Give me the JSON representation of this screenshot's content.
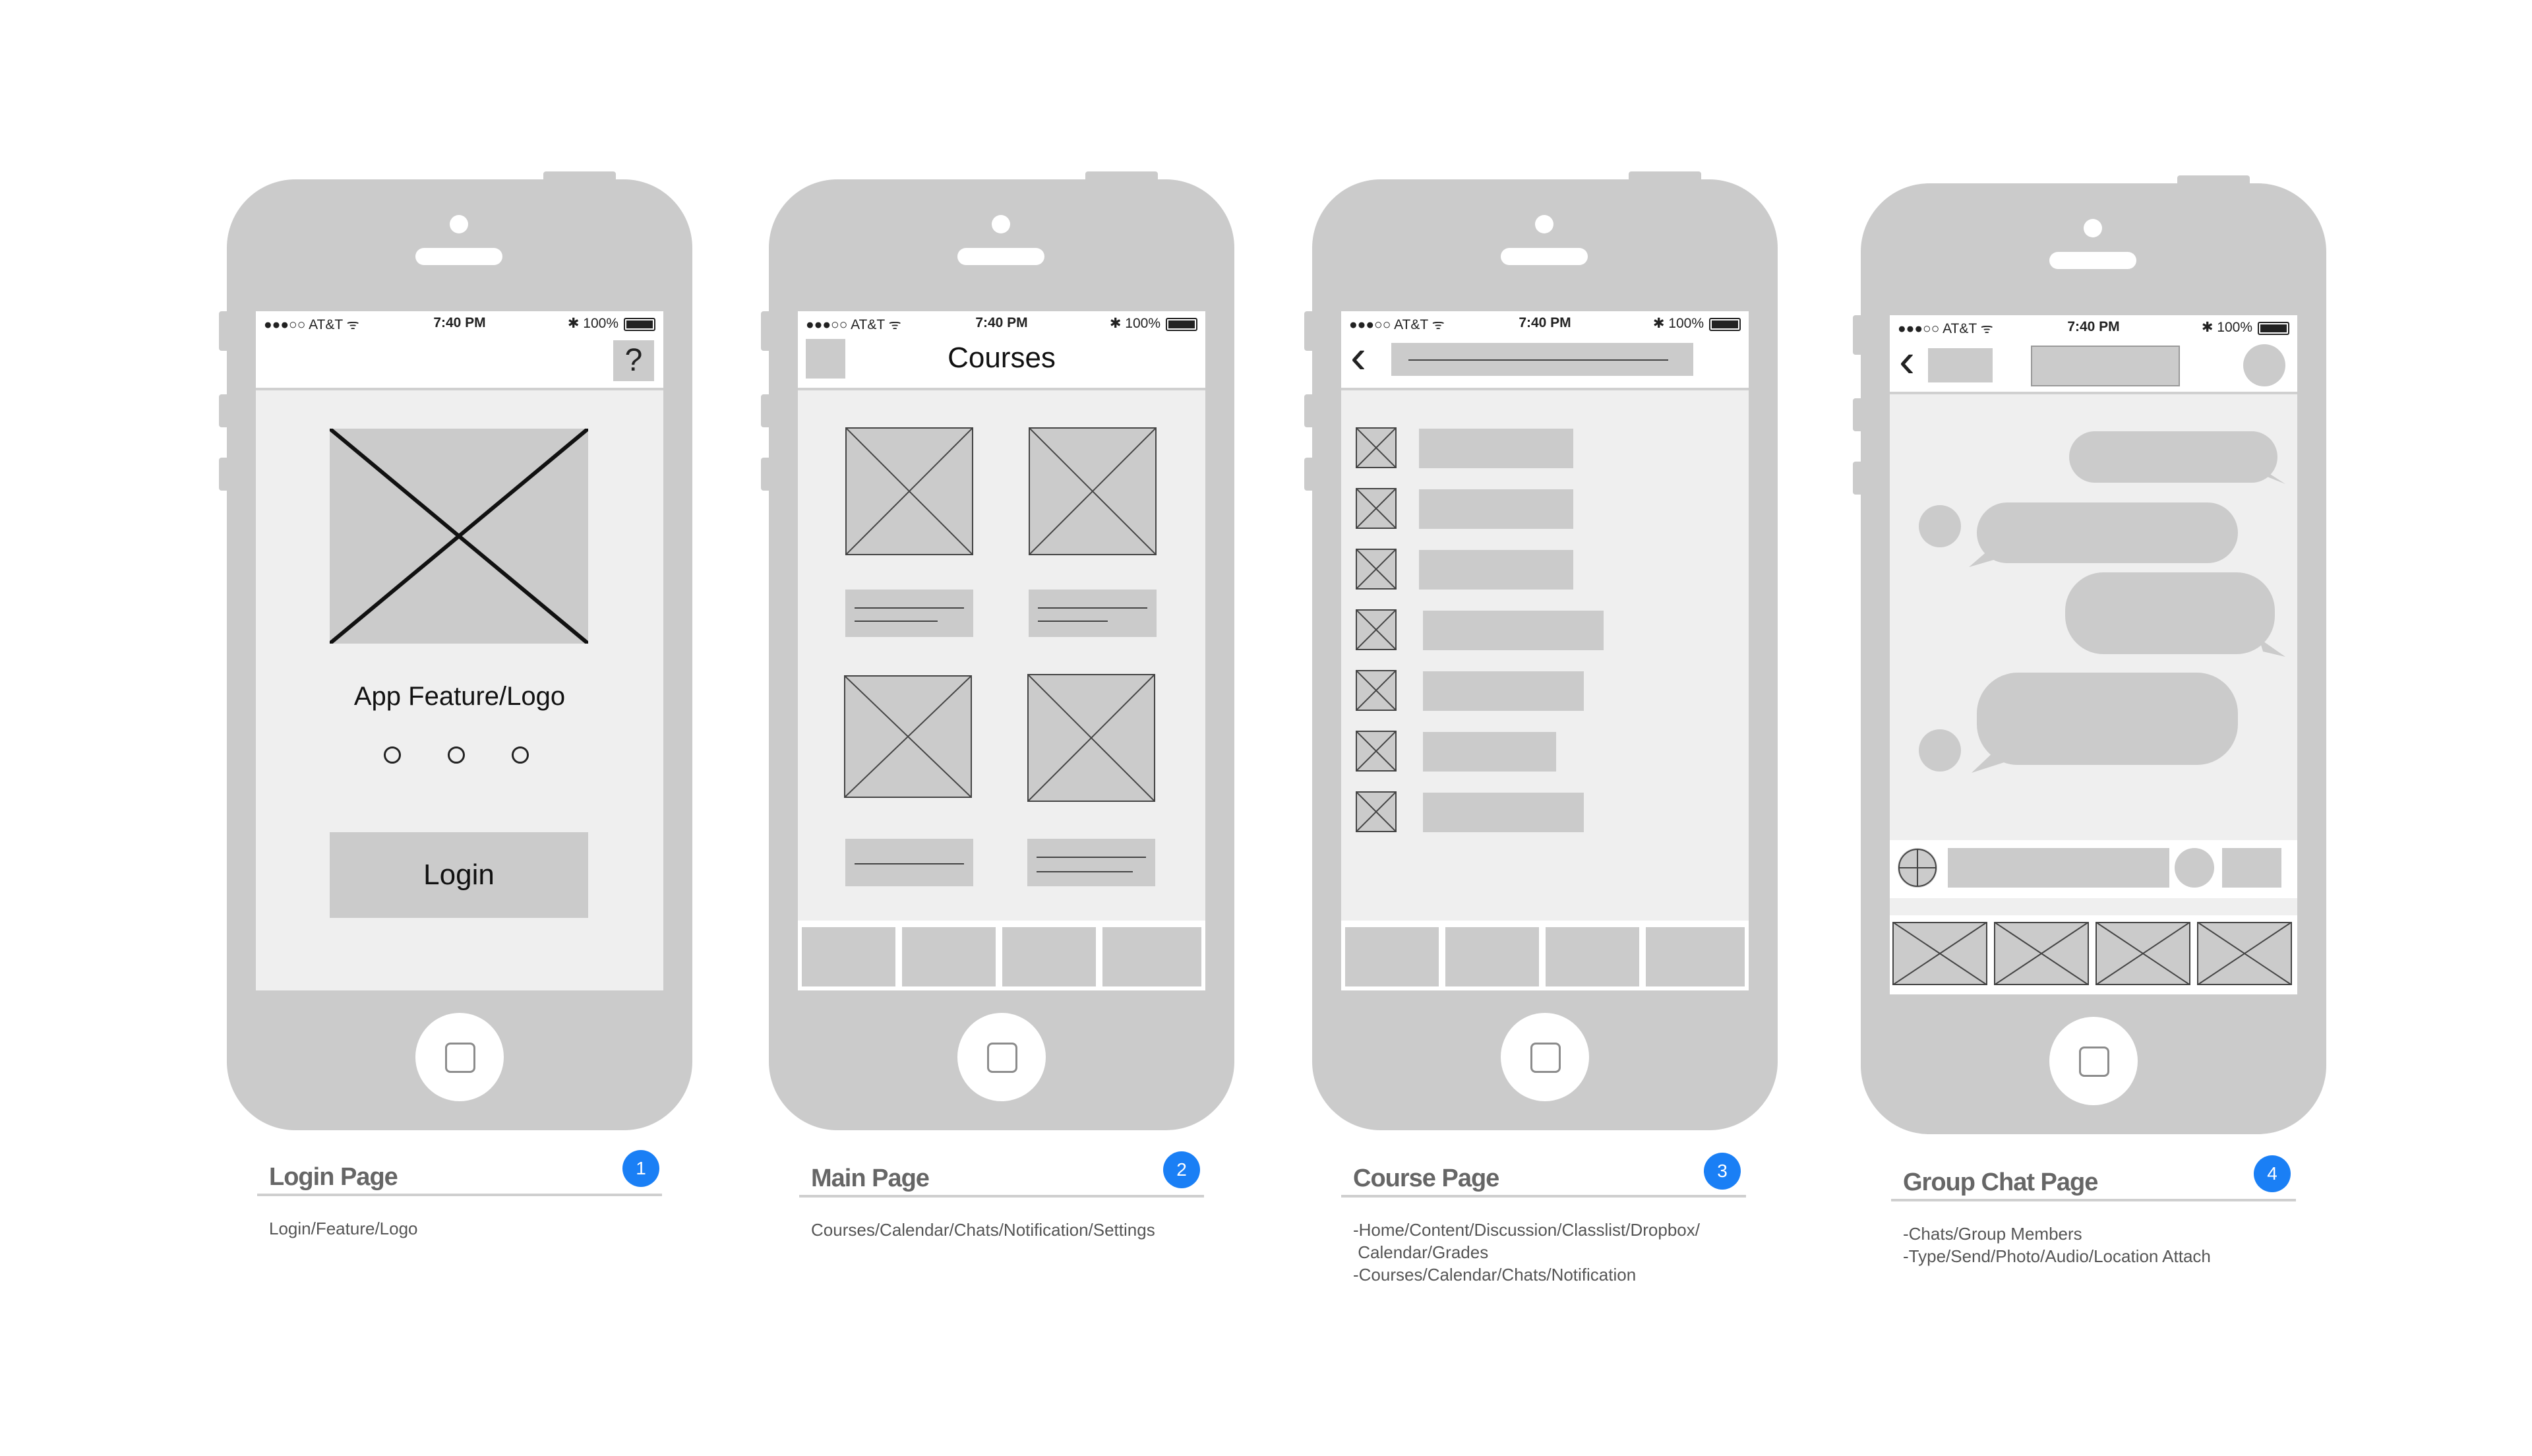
{
  "status_bar": {
    "carrier": "●●●○○ AT&T ᯤ",
    "time": "7:40 PM",
    "battery": "✱ 100%"
  },
  "screens": {
    "login": {
      "help_icon": "?",
      "feature_text": "App Feature/Logo",
      "login_button": "Login",
      "caption_title": "Login Page",
      "caption_number": "1",
      "caption_desc": "Login/Feature/Logo"
    },
    "main": {
      "nav_title": "Courses",
      "caption_title": "Main Page",
      "caption_number": "2",
      "caption_desc": "Courses/Calendar/Chats/Notification/Settings"
    },
    "course": {
      "back_icon": "‹",
      "caption_title": "Course Page",
      "caption_number": "3",
      "caption_desc_1": "-Home/Content/Discussion/Classlist/Dropbox/",
      "caption_desc_2": " Calendar/Grades",
      "caption_desc_3": "-Courses/Calendar/Chats/Notification"
    },
    "chat": {
      "back_icon": "‹",
      "caption_title": "Group Chat Page",
      "caption_number": "4",
      "caption_desc_1": "-Chats/Group Members",
      "caption_desc_2": "-Type/Send/Photo/Audio/Location Attach"
    }
  },
  "colors": {
    "wireframe_gray": "#cbcbcb",
    "screen_bg": "#efefef",
    "badge_blue": "#1a7ff5",
    "label_gray": "#666666"
  }
}
